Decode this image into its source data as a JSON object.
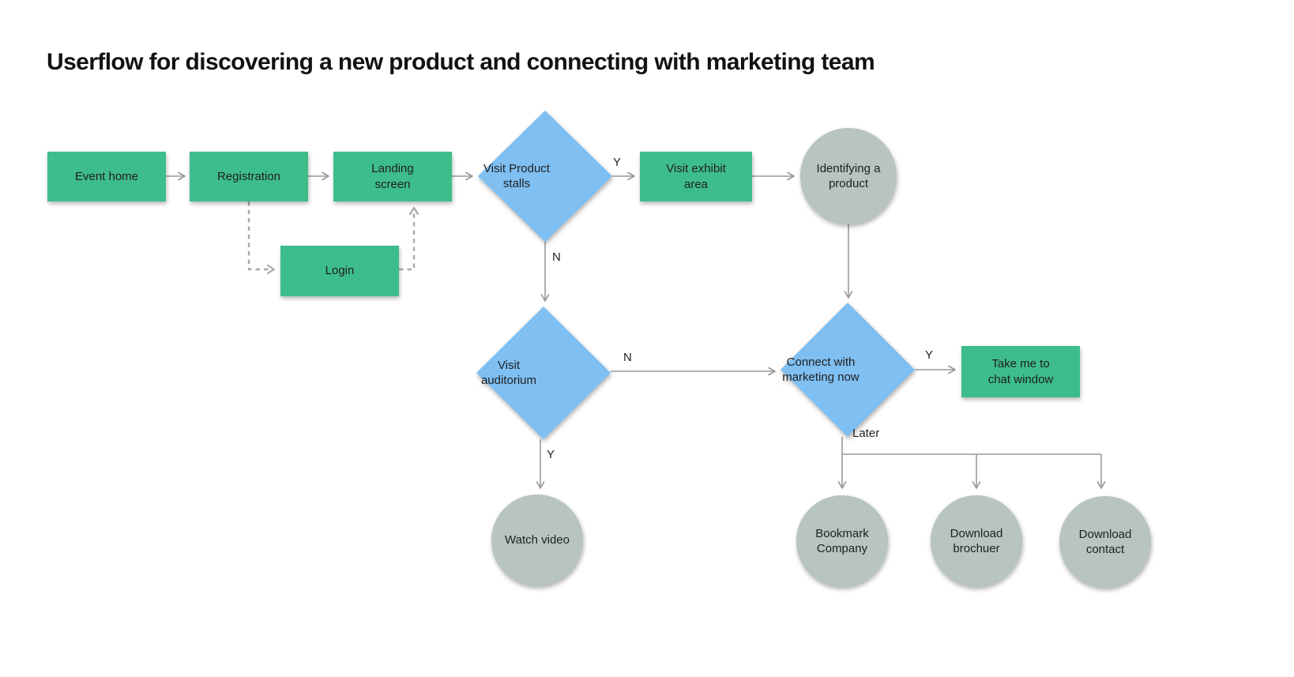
{
  "title": "Userflow for discovering a new product and connecting with marketing team",
  "colors": {
    "process_fill": "#3dbd8b",
    "decision_fill": "#7fbff2",
    "terminal_fill": "#b7c4bf",
    "connector": "#999999",
    "dashed_connector": "#a9a9a9",
    "text": "#1f1f1f",
    "title_text": "#121212",
    "background": "#ffffff"
  },
  "nodes": {
    "event_home": {
      "label": "Event home",
      "type": "process"
    },
    "registration": {
      "label": "Registration",
      "type": "process"
    },
    "landing_screen": {
      "label": "Landing screen",
      "type": "process"
    },
    "login": {
      "label": "Login",
      "type": "process"
    },
    "visit_product_stalls": {
      "label": "Visit Product stalls",
      "type": "decision"
    },
    "visit_exhibit_area": {
      "label": "Visit exhibit area",
      "type": "process"
    },
    "identifying_a_product": {
      "label": "Identifying a product",
      "type": "terminal"
    },
    "visit_auditorium": {
      "label": "Visit auditorium",
      "type": "decision"
    },
    "connect_with_marketing_now": {
      "label": "Connect with marketing now",
      "type": "decision"
    },
    "take_me_to_chat_window": {
      "label": "Take me to chat window",
      "type": "process"
    },
    "watch_video": {
      "label": "Watch video",
      "type": "terminal"
    },
    "bookmark_company": {
      "label": "Bookmark Company",
      "type": "terminal"
    },
    "download_brochuer": {
      "label": "Download brochuer",
      "type": "terminal"
    },
    "download_contact": {
      "label": "Download contact",
      "type": "terminal"
    }
  },
  "edges": {
    "stalls_to_exhibit": {
      "label": "Y"
    },
    "stalls_to_auditorium": {
      "label": "N"
    },
    "auditorium_to_marketing": {
      "label": "N"
    },
    "auditorium_to_watch_video": {
      "label": "Y"
    },
    "marketing_to_chat": {
      "label": "Y"
    },
    "marketing_later_branch": {
      "label": "Later"
    }
  }
}
